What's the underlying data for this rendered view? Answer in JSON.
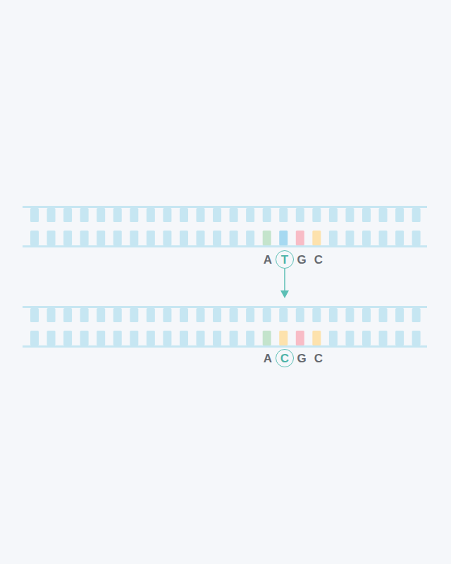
{
  "diagram": {
    "nodes": [
      {
        "text": [
          "T"
        ]
      },
      {
        "text": [
          "C"
        ]
      }
    ],
    "edges": [
      {
        "from": 0,
        "to": 1,
        "arrow": "to"
      }
    ],
    "labels": [
      "A",
      "G",
      "C",
      "A",
      "G",
      "C"
    ]
  }
}
